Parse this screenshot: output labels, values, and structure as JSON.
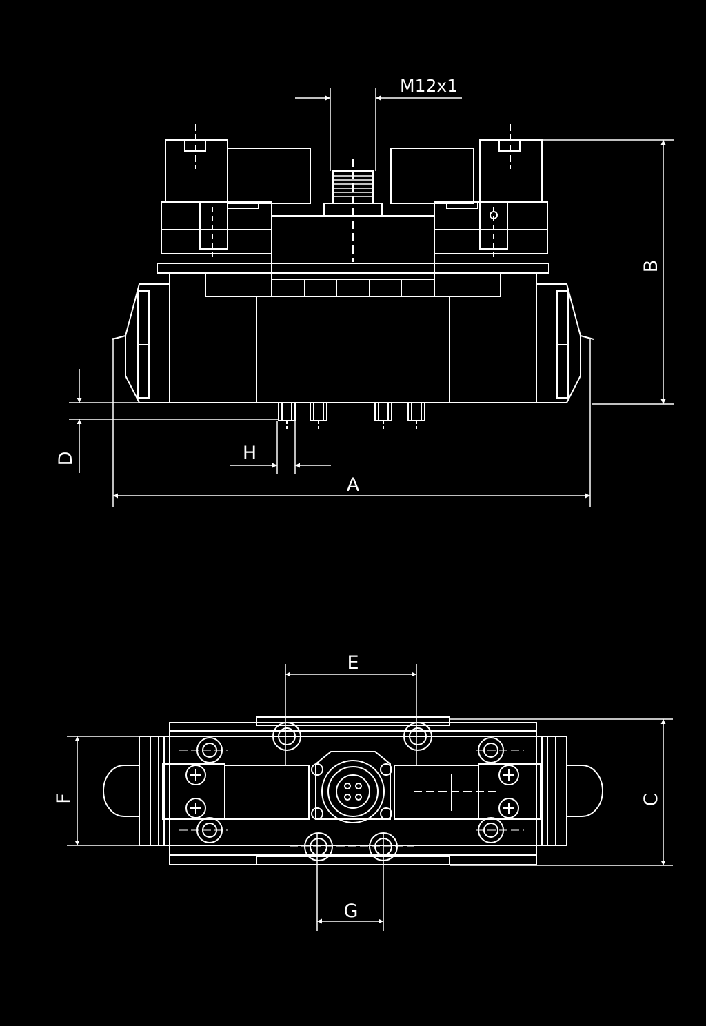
{
  "colors": {
    "background": "#000000",
    "line": "#ffffff"
  },
  "labels": {
    "thread": "M12x1",
    "A": "A",
    "B": "B",
    "C": "C",
    "D": "D",
    "E": "E",
    "F": "F",
    "G": "G",
    "H": "H"
  }
}
